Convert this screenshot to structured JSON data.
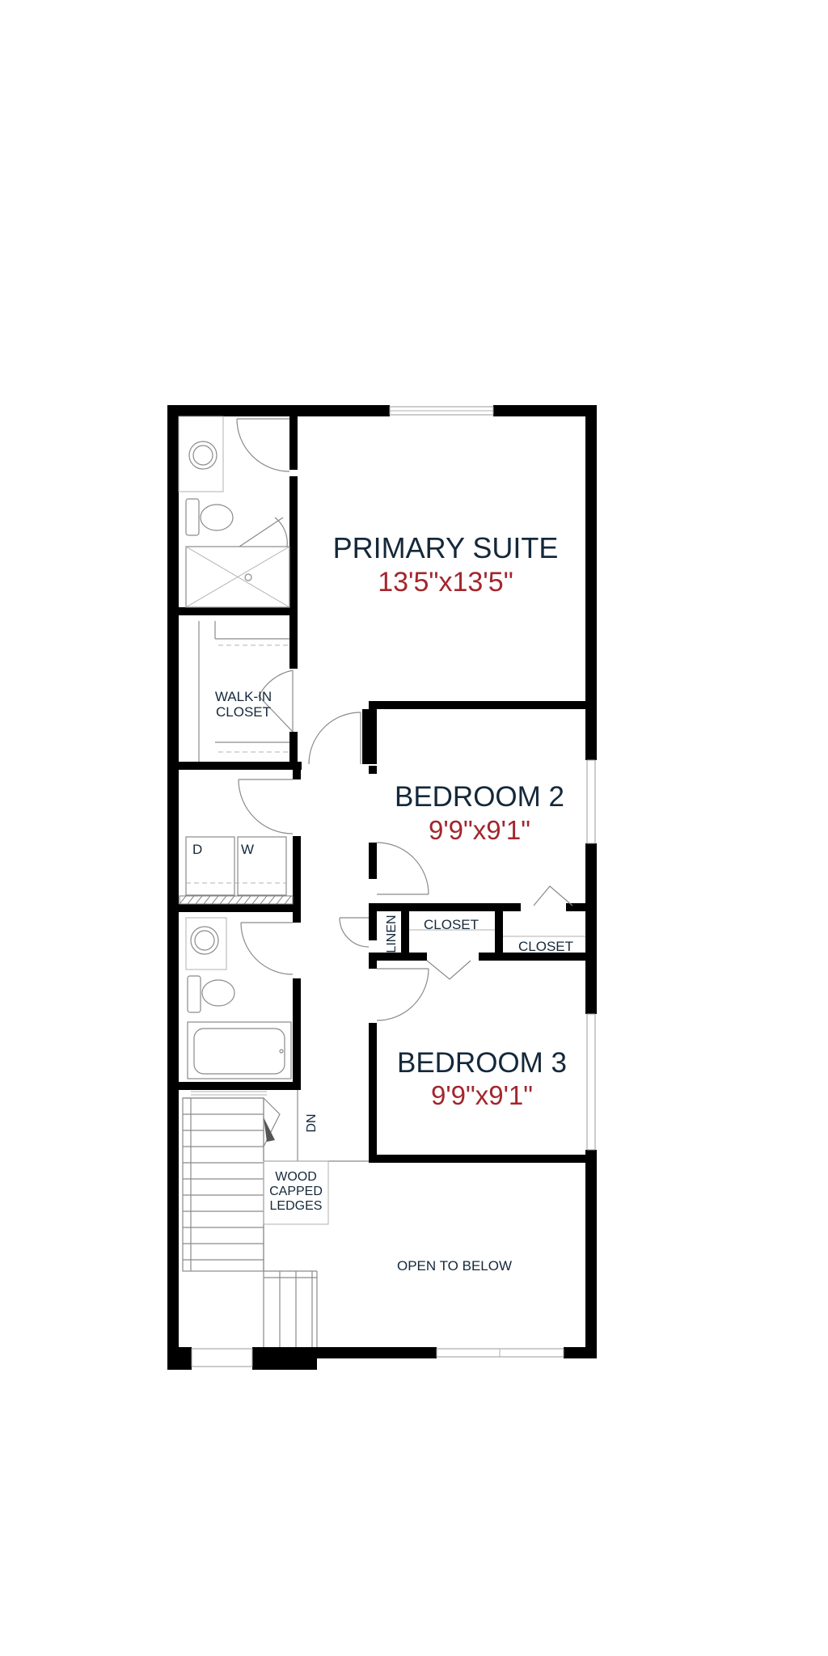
{
  "plan": {
    "rooms": {
      "primary_suite": {
        "name": "PRIMARY SUITE",
        "dim": "13'5\"x13'5\""
      },
      "bedroom_2": {
        "name": "BEDROOM 2",
        "dim": "9'9\"x9'1\""
      },
      "bedroom_3": {
        "name": "BEDROOM 3",
        "dim": "9'9\"x9'1\""
      }
    },
    "labels": {
      "walk_in_line1": "WALK-IN",
      "walk_in_line2": "CLOSET",
      "dryer": "D",
      "washer": "W",
      "linen": "LINEN",
      "closet_1": "CLOSET",
      "closet_2": "CLOSET",
      "down": "DN",
      "ledge_line1": "WOOD",
      "ledge_line2": "CAPPED",
      "ledge_line3": "LEDGES",
      "open_to_below": "OPEN TO BELOW"
    },
    "colors": {
      "room_name": "#14283a",
      "room_dim": "#a3262e",
      "wall": "#000000"
    }
  }
}
